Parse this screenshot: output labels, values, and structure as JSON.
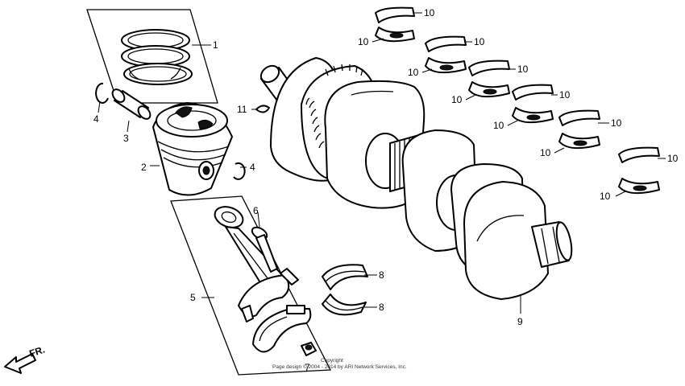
{
  "diagram": {
    "callouts": {
      "c1": "1",
      "c2": "2",
      "c3": "3",
      "c4a": "4",
      "c4b": "4",
      "c5": "5",
      "c6": "6",
      "c7": "7",
      "c8a": "8",
      "c8b": "8",
      "c9": "9",
      "c11": "11",
      "c10": [
        "10",
        "10",
        "10",
        "10",
        "10",
        "10",
        "10",
        "10",
        "10",
        "10",
        "10",
        "10"
      ]
    },
    "direction_label": "FR.",
    "copyright": {
      "line1": "Copyright",
      "line2": "Page design © 2004 - 2014 by ARI Network Services, Inc."
    }
  }
}
